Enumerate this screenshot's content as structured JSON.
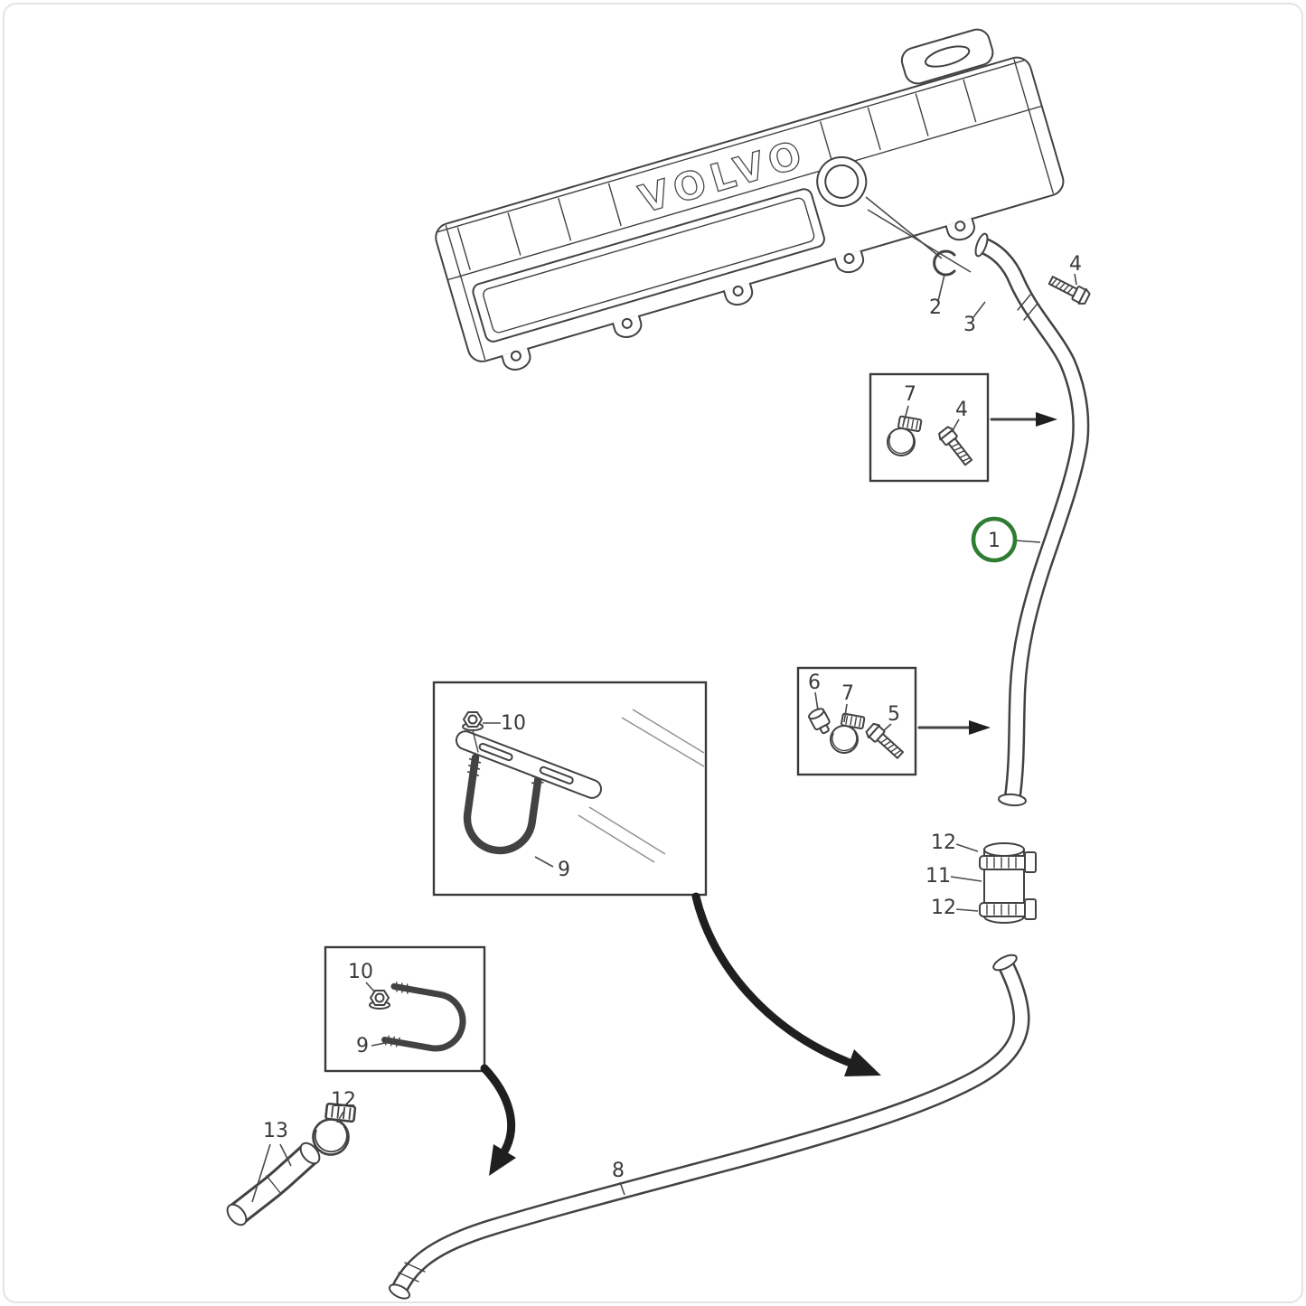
{
  "diagram": {
    "brand": "VOLVO",
    "highlight_color": "#2e7d32",
    "callouts": {
      "p1": "1",
      "p2": "2",
      "p3": "3",
      "p4": "4",
      "p4a": "4",
      "p5": "5",
      "p6": "6",
      "p7a": "7",
      "p7b": "7",
      "p8": "8",
      "p9c": "9",
      "p9d": "9",
      "p10c": "10",
      "p10d": "10",
      "p11": "11",
      "p12a": "12",
      "p12b": "12",
      "p12c": "12",
      "p13": "13"
    }
  }
}
